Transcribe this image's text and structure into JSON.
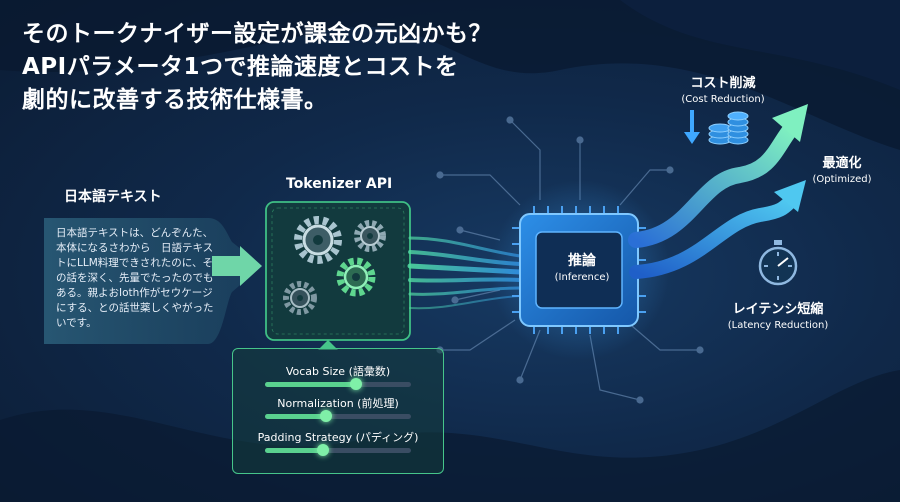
{
  "headline": {
    "line1": "そのトークナイザー設定が課金の元凶かも？",
    "line2": "APIパラメータ1つで推論速度とコストを",
    "line3": "劇的に改善する技術仕様書。"
  },
  "input": {
    "title": "日本語テキスト",
    "body": "日本語テキストは、どんぞんた、本体になるさわから　日語テキストにLLM料理できされたのに、その話を深く、先量でたったのでもある。親よおIoth作がセウケージにする、との話世薬しくやがったいです。"
  },
  "tokenizer": {
    "title": "Tokenizer API",
    "params": [
      {
        "label": "Vocab Size (語彙数)",
        "value": 0.62
      },
      {
        "label": "Normalization (前処理)",
        "value": 0.42
      },
      {
        "label": "Padding Strategy (パディング)",
        "value": 0.4
      }
    ]
  },
  "inference": {
    "label": "推論",
    "sublabel": "(Inference)"
  },
  "outputs": {
    "cost": {
      "label": "コスト削減",
      "sublabel": "(Cost Reduction)"
    },
    "optimized": {
      "label": "最適化",
      "sublabel": "(Optimized)"
    },
    "latency": {
      "label": "レイテンシ短縮",
      "sublabel": "(Latency Reduction)"
    }
  },
  "colors": {
    "accent_green": "#5ad18f",
    "accent_cyan": "#38c8f0",
    "chip_blue": "#1f7fd6",
    "background": "#10294a"
  },
  "icons": [
    "gear-icon",
    "chip-icon",
    "coin-stack-icon",
    "down-arrow-icon",
    "stopwatch-icon",
    "trend-arrow-icon"
  ]
}
